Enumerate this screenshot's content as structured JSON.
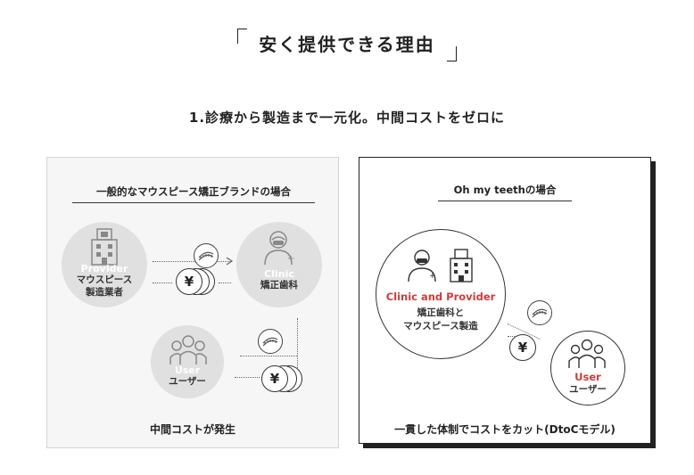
{
  "heading": "安く提供できる理由",
  "subheading": "1.診療から製造まで一元化。中間コストをゼロに",
  "left_panel": {
    "title": "一般的なマウスピース矯正ブランドの場合",
    "provider": {
      "en": "Provider",
      "ja_line1": "マウスピース",
      "ja_line2": "製造業者"
    },
    "clinic": {
      "en": "Clinic",
      "ja": "矯正歯科"
    },
    "user": {
      "en": "User",
      "ja": "ユーザー"
    },
    "yen": "¥",
    "caption": "中間コストが発生"
  },
  "right_panel": {
    "title": "Oh my teethの場合",
    "clinic_provider": {
      "en": "Clinic and Provider",
      "ja_line1": "矯正歯科と",
      "ja_line2": "マウスピース製造"
    },
    "user": {
      "en": "User",
      "ja": "ユーザー"
    },
    "yen": "¥",
    "caption": "一貫した体制でコストをカット(DtoCモデル)"
  },
  "colors": {
    "accent_red": "#d23b3b",
    "panel_gray": "#f6f6f6",
    "circle_gray": "#e0e0e0"
  }
}
